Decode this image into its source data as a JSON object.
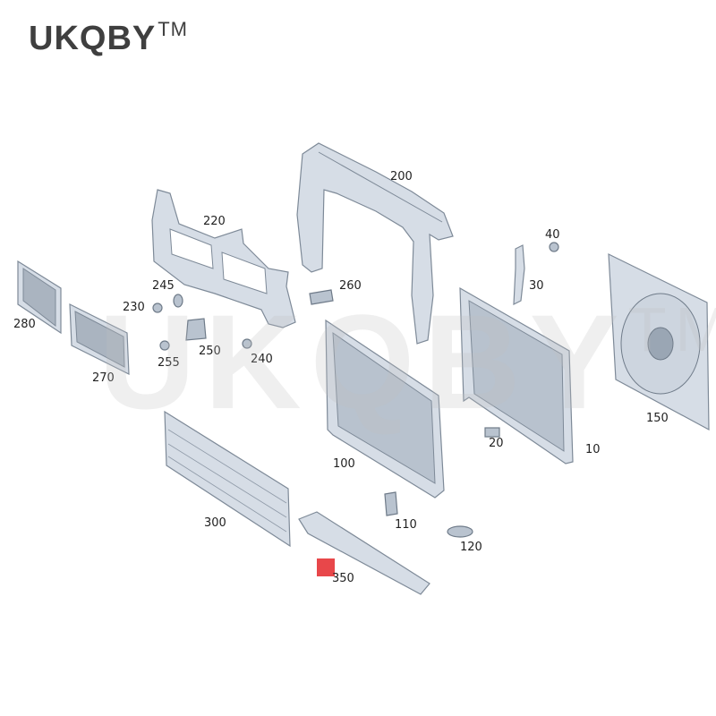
{
  "brand": {
    "name": "UKQBY",
    "tm": "TM"
  },
  "watermark": {
    "text": "UKQBY",
    "tm": "TM"
  },
  "highlight_color": "#e8474a",
  "parts": [
    {
      "id": "10",
      "label": "10"
    },
    {
      "id": "20",
      "label": "20"
    },
    {
      "id": "30",
      "label": "30"
    },
    {
      "id": "40",
      "label": "40"
    },
    {
      "id": "100",
      "label": "100"
    },
    {
      "id": "110",
      "label": "110"
    },
    {
      "id": "120",
      "label": "120"
    },
    {
      "id": "150",
      "label": "150"
    },
    {
      "id": "200",
      "label": "200"
    },
    {
      "id": "220",
      "label": "220"
    },
    {
      "id": "230",
      "label": "230"
    },
    {
      "id": "240",
      "label": "240"
    },
    {
      "id": "245",
      "label": "245"
    },
    {
      "id": "250",
      "label": "250"
    },
    {
      "id": "255",
      "label": "255"
    },
    {
      "id": "260",
      "label": "260"
    },
    {
      "id": "270",
      "label": "270"
    },
    {
      "id": "280",
      "label": "280"
    },
    {
      "id": "300",
      "label": "300"
    },
    {
      "id": "350",
      "label": "350"
    }
  ]
}
